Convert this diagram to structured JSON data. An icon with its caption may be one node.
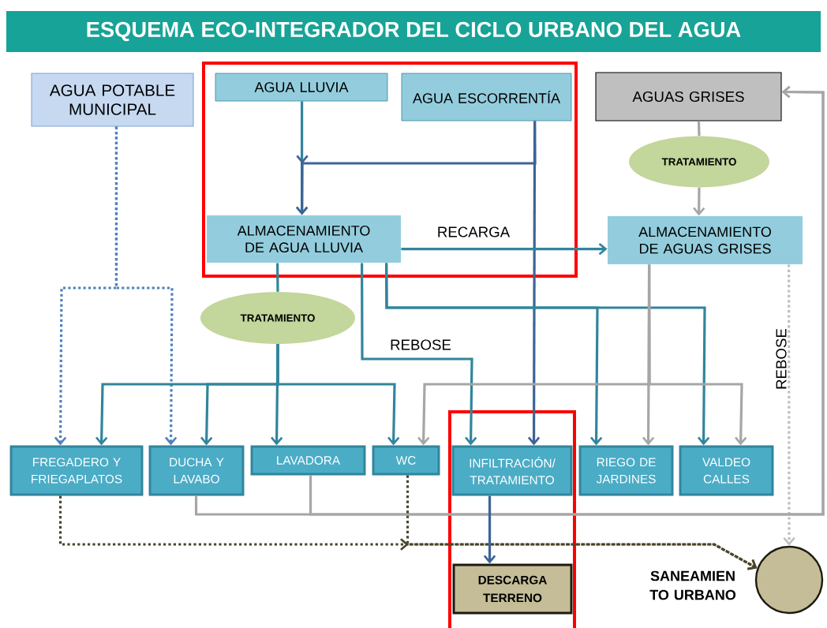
{
  "diagram": {
    "title": "ESQUEMA ECO-INTEGRADOR DEL CICLO URBANO DEL AGUA",
    "nodes": [
      {
        "text": [
          "AGUA POTABLE MUNICIPAL"
        ]
      },
      {
        "text": [],
        "shape": "box"
      },
      {
        "text": [
          "AGUA LLUVIA"
        ],
        "in": 1
      },
      {
        "text": [
          "AGUA ESCORRENTÍA"
        ],
        "in": 1
      },
      {
        "text": [
          "AGUAS GRISES"
        ]
      },
      {
        "text": [
          "TRATAMIENTO"
        ]
      },
      {
        "text": [
          "ALMACENAMIENTO DE AGUA LLUVIA"
        ],
        "in": 1
      },
      {
        "text": [
          "ALMACENAMIENTO DE AGUAS GRISES"
        ]
      },
      {
        "text": [
          "TRATAMIENTO"
        ]
      },
      {
        "text": [
          "FREGADERO Y FRIEGAPLATOS"
        ]
      },
      {
        "text": [
          "DUCHA Y LAVABO"
        ]
      },
      {
        "text": [
          "LAVADORA"
        ]
      },
      {
        "text": [
          "WC"
        ]
      },
      {
        "text": [],
        "shape": "box"
      },
      {
        "text": [
          "INFILTRACIÓN/ TRATAMIENTO"
        ],
        "in": 13
      },
      {
        "text": [
          "RIEGO DE JARDINES"
        ]
      },
      {
        "text": [
          "VALDEO CALLES"
        ]
      },
      {
        "text": [
          "DESCARGA TERRENO"
        ],
        "in": 13
      },
      {
        "text": [],
        "shape": "circle",
        "beside": [
          "SANEAMIEN TO URBANO"
        ]
      }
    ],
    "edges": [
      {
        "from": 0,
        "to": 9,
        "arrow": "to",
        "style": "dashed",
        "color": "#4f81bd"
      },
      {
        "from": 0,
        "to": 10,
        "arrow": "to",
        "style": "dashed",
        "color": "#4f81bd"
      },
      {
        "from": 2,
        "to": 6,
        "arrow": "to"
      },
      {
        "from": 3,
        "to": 6,
        "arrow": "to",
        "color": "#3c6496"
      },
      {
        "from": 3,
        "to": 14,
        "arrow": "to",
        "color": "#3c6496"
      },
      {
        "from": 6,
        "to": 7,
        "arrow": "to",
        "label": "RECARGA"
      },
      {
        "from": 4,
        "to": 5,
        "arrow": "none",
        "color": "#a6a6a6"
      },
      {
        "from": 5,
        "to": 7,
        "arrow": "to",
        "color": "#a6a6a6"
      },
      {
        "from": 6,
        "to": 8,
        "arrow": "none"
      },
      {
        "from": 8,
        "to": 9,
        "arrow": "to"
      },
      {
        "from": 8,
        "to": 10,
        "arrow": "to"
      },
      {
        "from": 8,
        "to": 11,
        "arrow": "to"
      },
      {
        "from": 8,
        "to": 12,
        "arrow": "to"
      },
      {
        "from": 6,
        "to": 14,
        "arrow": "to",
        "label": "REBOSE"
      },
      {
        "from": 6,
        "to": 15,
        "arrow": "to"
      },
      {
        "from": 6,
        "to": 16,
        "arrow": "to"
      },
      {
        "from": 7,
        "to": 12,
        "arrow": "to",
        "color": "#a6a6a6"
      },
      {
        "from": 7,
        "to": 15,
        "arrow": "to",
        "color": "#a6a6a6"
      },
      {
        "from": 7,
        "to": 16,
        "arrow": "to",
        "color": "#a6a6a6"
      },
      {
        "from": 7,
        "to": 18,
        "arrow": "to",
        "label": "REBOSE",
        "style": "dashed",
        "color": "#bfbfbf"
      },
      {
        "from": 10,
        "to": 4,
        "arrow": "to",
        "color": "#a6a6a6"
      },
      {
        "from": 11,
        "to": 4,
        "arrow": "to",
        "color": "#a6a6a6"
      },
      {
        "from": 9,
        "to": 18,
        "arrow": "to",
        "style": "dashed",
        "color": "#4a452a"
      },
      {
        "from": 12,
        "to": 18,
        "arrow": "to",
        "style": "dashed",
        "color": "#4a452a"
      },
      {
        "from": 14,
        "to": 17,
        "arrow": "to",
        "color": "#3c6496"
      }
    ]
  }
}
